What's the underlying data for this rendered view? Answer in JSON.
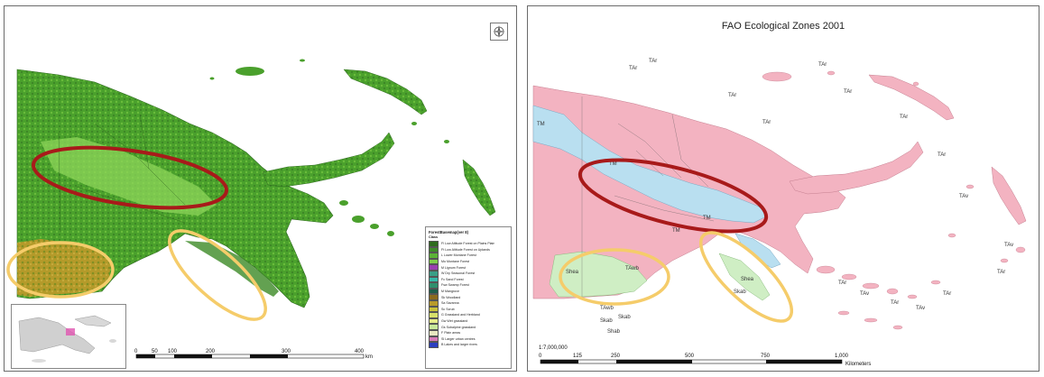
{
  "left_map": {
    "legend": {
      "title": "ForestBasemap(ver 8)",
      "subtitle": "Class",
      "items": [
        {
          "label": "Fl Low Altitude Forest on Plains Plain",
          "color": "#2e6b1f"
        },
        {
          "label": "Ft Low Altitude Forest on Uplands",
          "color": "#3f8a2a"
        },
        {
          "label": "L Lower Montane Forest",
          "color": "#5bb236"
        },
        {
          "label": "Mo Montane Forest",
          "color": "#7fce4a"
        },
        {
          "label": "M Lignum Forest",
          "color": "#9a3fb0"
        },
        {
          "label": "W Dry Seasonal Forest",
          "color": "#3a9f86"
        },
        {
          "label": "Fc Sand Forest",
          "color": "#37b9a8"
        },
        {
          "label": "Fsw Swamp Forest",
          "color": "#2f8f6c"
        },
        {
          "label": "M Mangrove",
          "color": "#1e5e4a"
        },
        {
          "label": "Sk Woodland",
          "color": "#8a6a1e"
        },
        {
          "label": "Sa Savanna",
          "color": "#b89a2a"
        },
        {
          "label": "Sc Scrub",
          "color": "#c9c23a"
        },
        {
          "label": "G Grassland and Herbland",
          "color": "#d7e06a"
        },
        {
          "label": "Gw Wet grassland",
          "color": "#e6ec8a"
        },
        {
          "label": "Gs Subalpine grassland",
          "color": "#c8e89a"
        },
        {
          "label": "F Plain areas",
          "color": "#e8e8c0"
        },
        {
          "label": "Sl Larger urban centres",
          "color": "#d87ab8"
        },
        {
          "label": "B Lakes and larger rivers",
          "color": "#2c3fc0"
        }
      ]
    },
    "scale": {
      "ticks": [
        "0",
        "50",
        "100",
        "200",
        "300",
        "400"
      ],
      "unit": "km"
    }
  },
  "right_map": {
    "title": "FAO Ecological Zones 2001",
    "scale_ratio": "1:7,000,000",
    "scale": {
      "ticks": [
        "0",
        "125",
        "250",
        "500",
        "750",
        "1,000"
      ],
      "unit": "Kilometers"
    },
    "zone_labels": {
      "tm": "TM",
      "tav": "TAr",
      "tav_alt": "TAv",
      "shea": "Shea",
      "tawb": "TAwb",
      "skab": "Skab",
      "shab": "Shab"
    }
  },
  "colors": {
    "forest_dark": "#2e6b1f",
    "forest_mid": "#4aa02c",
    "forest_light": "#7fcf45",
    "savanna": "#b49a2a",
    "rainforest_pink": "#f3b3c1",
    "montane_blue": "#b9dff0",
    "dry_green": "#cfeec4",
    "highlight_red": "#a81a1a",
    "highlight_yellow": "#f5cc6a"
  }
}
